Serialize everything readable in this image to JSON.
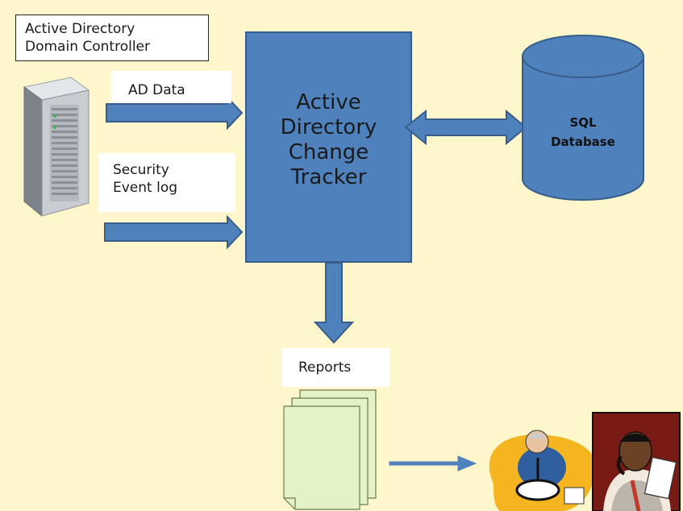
{
  "diagram": {
    "domain_controller": {
      "label_line1": "Active Directory",
      "label_line2": "Domain Controller"
    },
    "ad_data_label": "AD Data",
    "security_event_log": {
      "line1": "Security",
      "line2": "Event log"
    },
    "tracker": {
      "line1": "Active",
      "line2": "Directory",
      "line3": "Change",
      "line4": "Tracker"
    },
    "database": {
      "line1": "SQL",
      "line2": "Database"
    },
    "reports_label": "Reports",
    "colors": {
      "background": "#fff7cc",
      "block_fill": "#4f81bd",
      "block_stroke": "#385d8a",
      "report_fill": "#e4f2c8"
    }
  }
}
